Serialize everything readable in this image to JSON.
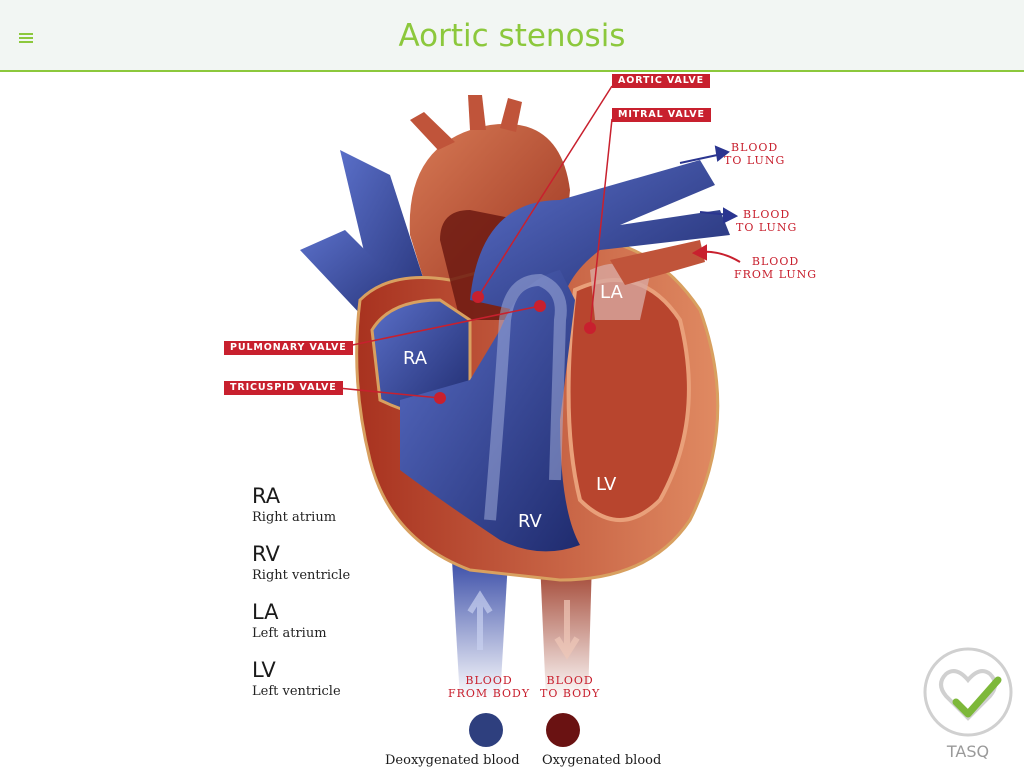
{
  "header": {
    "title": "Aortic stenosis",
    "menu_icon": "hamburger-menu-icon"
  },
  "labels": {
    "aortic_valve": "AORTIC VALVE",
    "mitral_valve": "MITRAL VALVE",
    "pulmonary_valve": "PULMONARY VALVE",
    "tricuspid_valve": "TRICUSPID VALVE"
  },
  "flows": {
    "blood_to_lung_1": [
      "BLOOD",
      "TO LUNG"
    ],
    "blood_to_lung_2": [
      "BLOOD",
      "TO LUNG"
    ],
    "blood_from_lung": [
      "BLOOD",
      "FROM LUNG"
    ],
    "blood_from_body": [
      "BLOOD",
      "FROM BODY"
    ],
    "blood_to_body": [
      "BLOOD",
      "TO BODY"
    ]
  },
  "chambers": {
    "ra": "RA",
    "rv": "RV",
    "la": "LA",
    "lv": "LV"
  },
  "legend": [
    {
      "abbr": "RA",
      "full": "Right atrium"
    },
    {
      "abbr": "RV",
      "full": "Right ventricle"
    },
    {
      "abbr": "LA",
      "full": "Left atrium"
    },
    {
      "abbr": "LV",
      "full": "Left ventricle"
    }
  ],
  "blood_key": {
    "deoxygenated": {
      "label": "Deoxygenated blood",
      "color": "#2e3f7e"
    },
    "oxygenated": {
      "label": "Oxygenated blood",
      "color": "#6a1212"
    }
  },
  "brand": {
    "name": "TASQ",
    "icon": "heart-check-logo-icon"
  },
  "colors": {
    "accent": "#8cc83c",
    "label_red": "#c8202e",
    "vein_blue": "#3c4ea8",
    "artery_red": "#b03a2a"
  }
}
